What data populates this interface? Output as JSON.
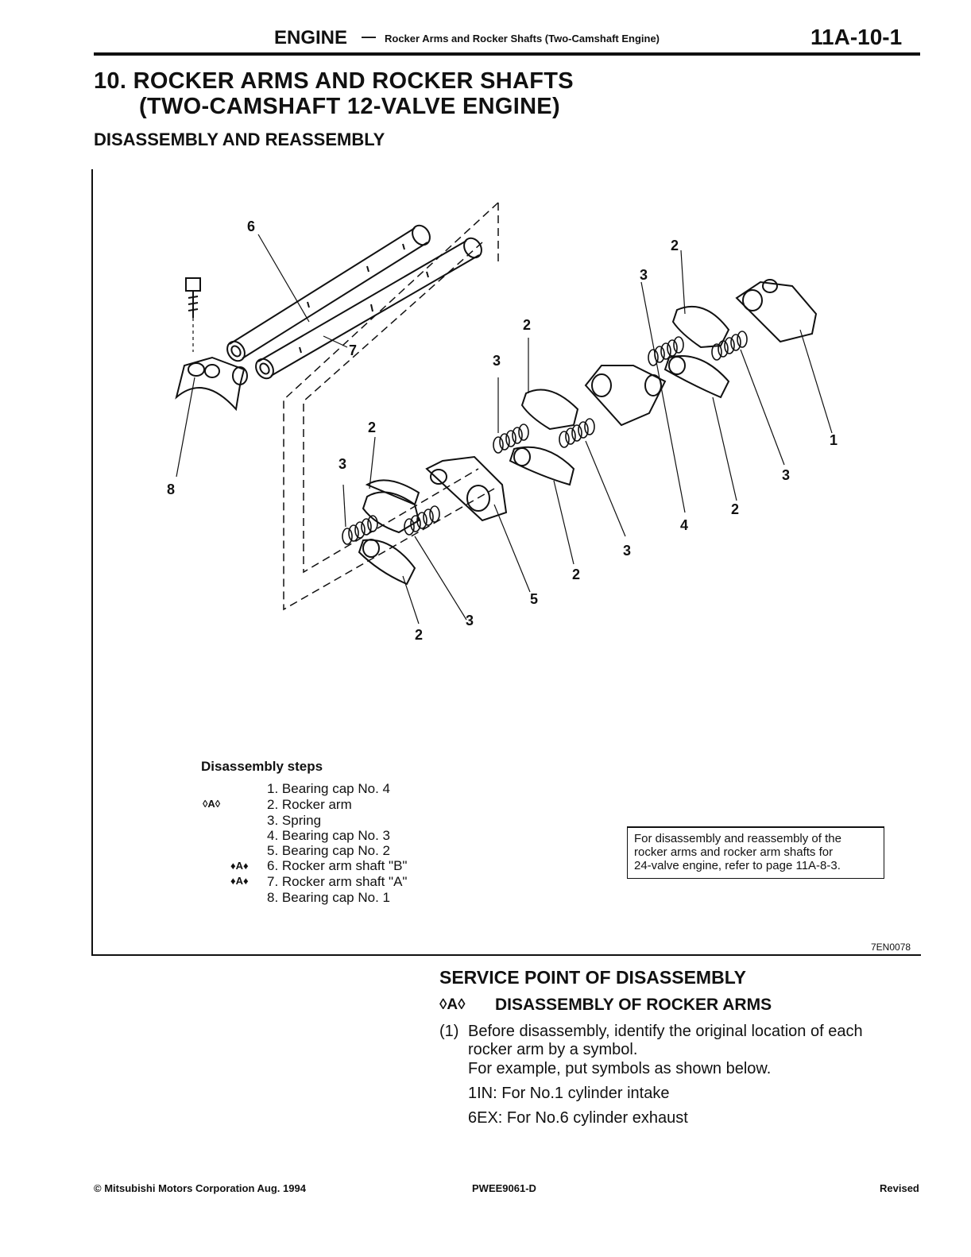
{
  "header": {
    "section": "ENGINE",
    "dash": "—",
    "subsection": "Rocker Arms and Rocker Shafts (Two-Camshaft Engine)",
    "page_number": "11A-10-1"
  },
  "title": {
    "line1": "10. ROCKER ARMS AND ROCKER SHAFTS",
    "line2": "(TWO-CAMSHAFT 12-VALVE ENGINE)"
  },
  "subtitle": "DISASSEMBLY AND REASSEMBLY",
  "diagram": {
    "callouts": [
      "6",
      "2",
      "3",
      "2",
      "3",
      "7",
      "2",
      "3",
      "8",
      "1",
      "3",
      "2",
      "4",
      "3",
      "2",
      "5",
      "3",
      "2"
    ]
  },
  "disassembly": {
    "title": "Disassembly steps",
    "steps": [
      {
        "text": "1. Bearing cap No. 4",
        "mark": ""
      },
      {
        "text": "2. Rocker arm",
        "mark": "◊A◊"
      },
      {
        "text": "3. Spring",
        "mark": ""
      },
      {
        "text": "4. Bearing cap No. 3",
        "mark": ""
      },
      {
        "text": "5. Bearing cap No. 2",
        "mark": ""
      },
      {
        "text": "6. Rocker arm shaft \"B\"",
        "mark": "♦A♦"
      },
      {
        "text": "7. Rocker arm shaft \"A\"",
        "mark": "♦A♦"
      },
      {
        "text": "8. Bearing cap No. 1",
        "mark": ""
      }
    ]
  },
  "note": {
    "line1": "For disassembly and reassembly of the",
    "line2": "rocker arms and rocker arm shafts for",
    "line3": "24-valve engine, refer to page 11A-8-3."
  },
  "figure_id": "7EN0078",
  "service_point": {
    "title": "SERVICE POINT OF DISASSEMBLY",
    "mark": "◊A◊",
    "subtitle": "DISASSEMBLY OF ROCKER ARMS",
    "item_number": "(1)",
    "lines": [
      "Before disassembly, identify the original location of each",
      "rocker arm by a symbol.",
      "For example, put symbols as shown below.",
      "1IN: For No.1 cylinder intake",
      "6EX: For No.6 cylinder exhaust"
    ]
  },
  "footer": {
    "copyright": "© Mitsubishi Motors Corporation   Aug. 1994",
    "code": "PWEE9061-D",
    "status": "Revised"
  }
}
